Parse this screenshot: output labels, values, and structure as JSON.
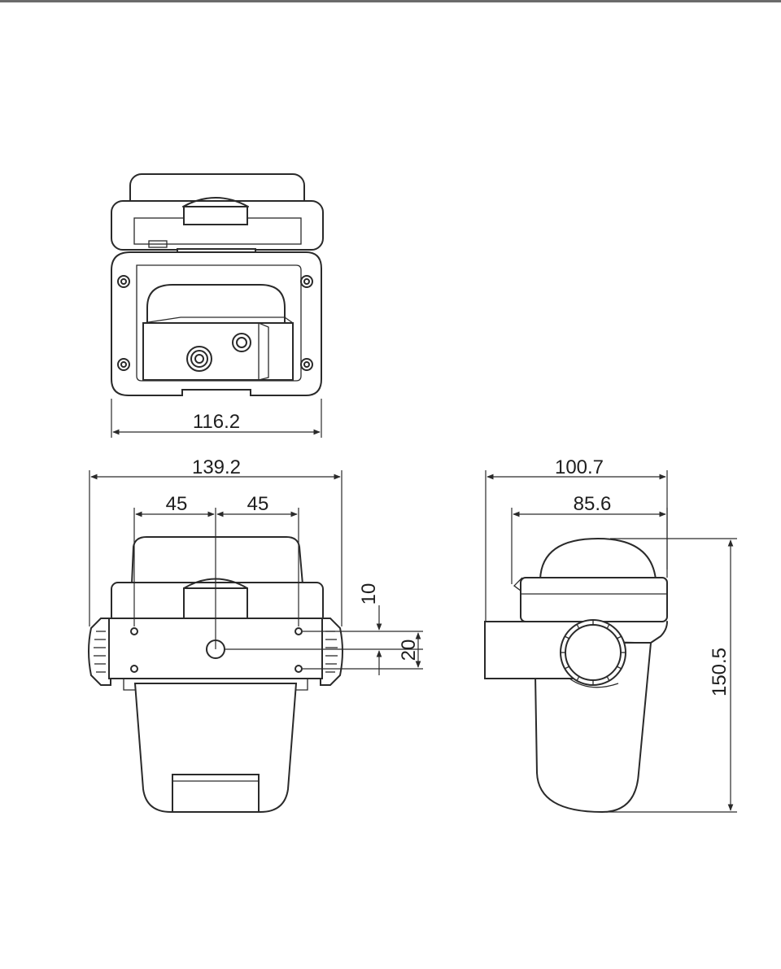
{
  "dimensions": {
    "top_width": "116.2",
    "front_total_width": "139.2",
    "front_left_offset": "45",
    "front_right_offset": "45",
    "front_vertical_small": "10",
    "front_vertical_hole": "20",
    "side_total_width": "100.7",
    "side_body_width": "85.6",
    "side_height": "150.5"
  }
}
